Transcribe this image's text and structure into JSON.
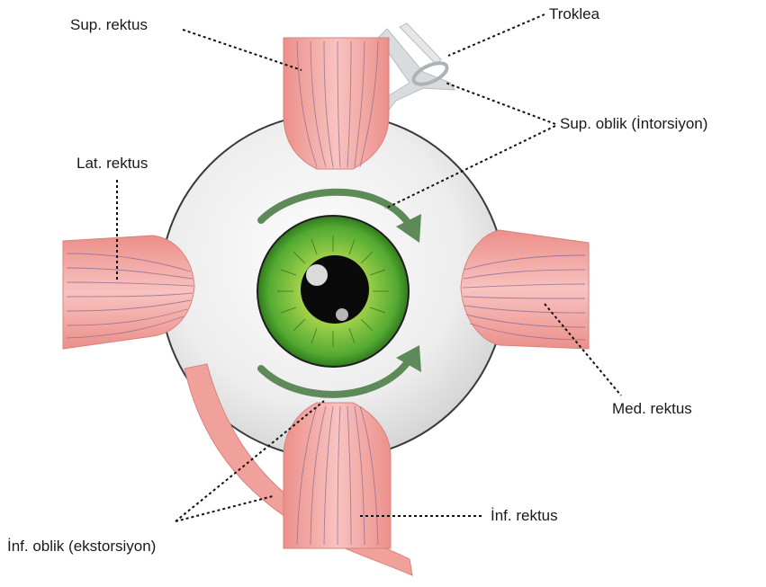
{
  "labels": {
    "sup_rektus": "Sup. rektus",
    "troklea": "Troklea",
    "sup_oblik": "Sup. oblik (İntorsiyon)",
    "lat_rektus": "Lat. rektus",
    "med_rektus": "Med. rektus",
    "inf_rektus": "İnf. rektus",
    "inf_oblik": "İnf. oblik (ekstorsiyon)"
  },
  "colors": {
    "muscle": "#f2a7a3",
    "muscle_dark": "#e3817c",
    "globe": "#eeeeee",
    "iris": "#7cc242",
    "iris_dark": "#3f8a22",
    "pupil": "#0a0a0a",
    "arrow": "#5e8a5a",
    "trochlea": "#d6d9dc"
  }
}
